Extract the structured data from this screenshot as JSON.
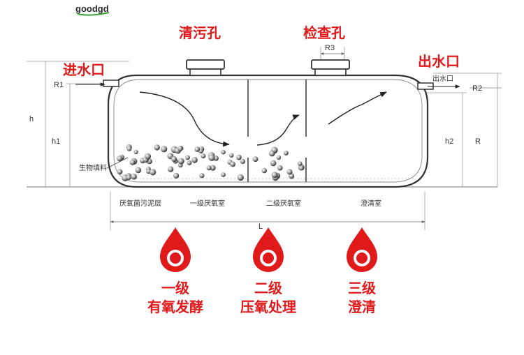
{
  "brand": {
    "logo": "goodgd",
    "logo_color": "#2b2b2b",
    "logo_accent": "#3aa02e"
  },
  "labels": {
    "sewage_hole": "清污孔",
    "inspection_hole": "检查孔",
    "water_inlet": "进水口",
    "water_outlet": "出水口",
    "outlet_small": "出水口"
  },
  "dimensions": {
    "r1": "R1",
    "r2": "R2",
    "r3": "R3",
    "h": "h",
    "h1": "h1",
    "h2": "h2",
    "r": "R",
    "l": "L"
  },
  "tank": {
    "bio_filler": "生物填料",
    "chambers": [
      "厌氧菌污泥层",
      "一级厌氧室",
      "二级厌氧室",
      "澄清室"
    ]
  },
  "stages": [
    {
      "line1": "一级",
      "line2": "有氧发酵"
    },
    {
      "line1": "二级",
      "line2": "压氧处理"
    },
    {
      "line1": "三级",
      "line2": "澄清"
    }
  ],
  "colors": {
    "accent": "#e0191b",
    "line": "#333333",
    "dim": "#888888"
  }
}
